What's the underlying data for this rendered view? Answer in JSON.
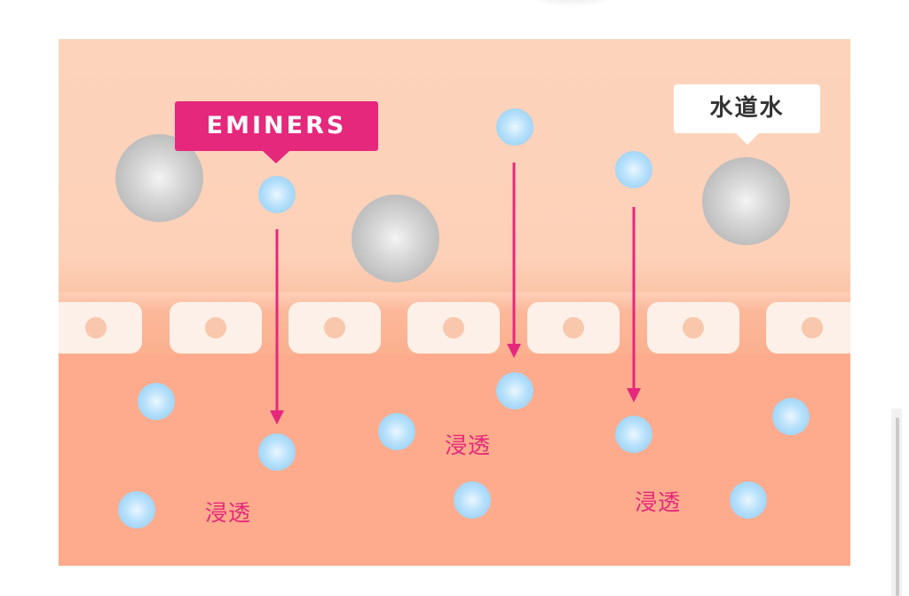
{
  "labels": {
    "eminers": "EMINERS",
    "tap_water": "水道水",
    "permeation": [
      "浸透",
      "浸透",
      "浸透"
    ]
  },
  "colors": {
    "accent_pink": "#e5287c",
    "upper_layer": "#fdd3bc",
    "lower_layer": "#fdab8c",
    "cell": "#fdf0e8",
    "cell_nucleus": "#f9c7ab",
    "water_particle": "#b6e0fb",
    "large_particle": "#c8c8c8"
  },
  "icons": {
    "small_particle": "light-blue-sphere",
    "large_particle": "gray-sphere",
    "direction": "down-arrow"
  }
}
